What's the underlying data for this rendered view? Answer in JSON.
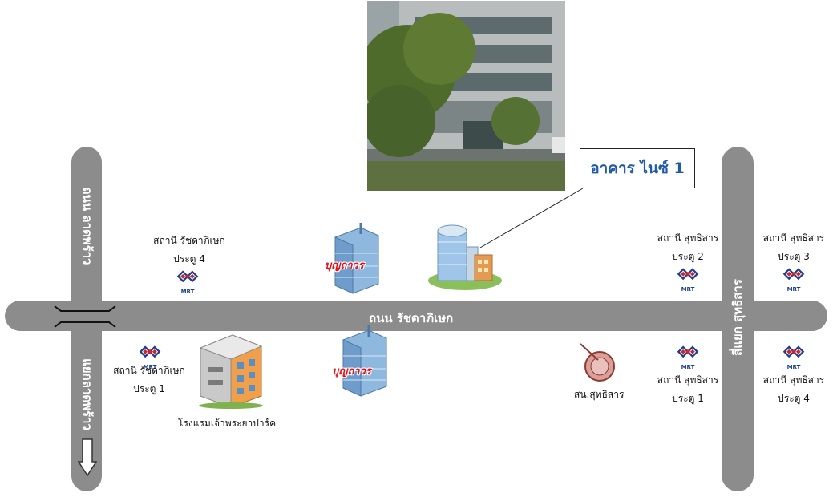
{
  "roads": {
    "main_road": "ถนน รัชดาภิเษก",
    "left_top": "ถนน ลาดพร้าว",
    "left_bottom": "แยกลาดพร้าว",
    "right": "สี่แยก สุทธิสาร"
  },
  "callout": {
    "label": "อาคาร ไนซ์ 1"
  },
  "mrt_badge": "MRT",
  "stations": {
    "ratchada_4": {
      "name": "สถานี รัชดาภิเษก",
      "exit": "ประตู 4"
    },
    "ratchada_1": {
      "name": "สถานี รัชดาภิเษก",
      "exit": "ประตู 1"
    },
    "sutthisan_2": {
      "name": "สถานี สุทธิสาร",
      "exit": "ประตู 2"
    },
    "sutthisan_3": {
      "name": "สถานี สุทธิสาร",
      "exit": "ประตู 3"
    },
    "sutthisan_1": {
      "name": "สถานี สุทธิสาร",
      "exit": "ประตู 1"
    },
    "sutthisan_4": {
      "name": "สถานี สุทธิสาร",
      "exit": "ประตู 4"
    }
  },
  "landmarks": {
    "boonthavorn": "บุญถาวร",
    "hotel": "โรงแรมเจ้าพระยาปาร์ค",
    "police": "สน.สุทธิสาร"
  },
  "colors": {
    "road": "#8c8c8c",
    "callout_text": "#1f5ba8",
    "brand_red": "#e0101a",
    "mrt_red": "#d1232a",
    "mrt_blue": "#1d3f8f"
  }
}
